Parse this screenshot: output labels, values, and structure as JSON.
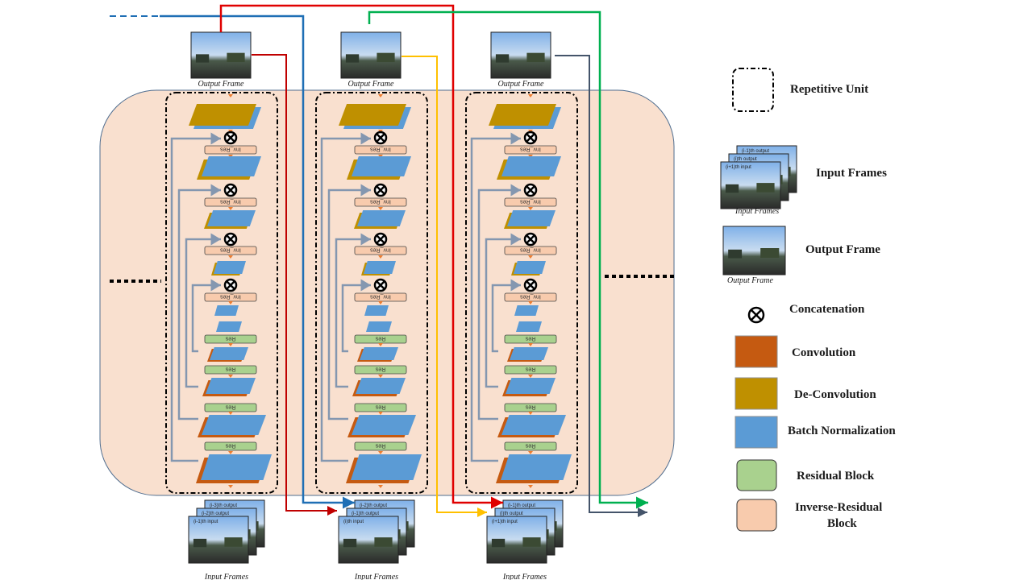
{
  "captions": {
    "output_frame": "Output Frame",
    "input_frames": "Input Frames"
  },
  "blocks": {
    "inv_res_label": "Inv_Res",
    "res_label": "Res"
  },
  "input_stacks": [
    {
      "top": "(i-3)th output",
      "middle": "(i-2)th output",
      "front": "(i-1)th input"
    },
    {
      "top": "(i-2)th output",
      "middle": "(i-1)th output",
      "front": "(i)th input"
    },
    {
      "top": "(i-1)th output",
      "middle": "(i)th output",
      "front": "(i+1)th input"
    }
  ],
  "legend": {
    "repetitive_unit": "Repetitive Unit",
    "input_frames": "Input  Frames",
    "input_frames_caption": "Input Frames",
    "input_stack": {
      "top": "(i-1)th output",
      "middle": "(i)th output",
      "front": "(i+1)th input"
    },
    "output_frame": "Output  Frame",
    "output_frame_caption": "Output Frame",
    "concatenation": "Concatenation",
    "convolution": "Convolution",
    "deconvolution": "De-Convolution",
    "batch_norm": "Batch Normalization",
    "residual_block": "Residual Block",
    "inverse_residual_block_line1": "Inverse-Residual",
    "inverse_residual_block_line2": "Block"
  },
  "colors": {
    "convolution": "#c55a11",
    "deconvolution": "#bf9000",
    "batch_norm": "#5b9bd5",
    "residual_block": "#a9d18e",
    "inverse_residual_block": "#f8cbad",
    "background_panel": "#f9e0cf",
    "skip_arrow": "#8497b0",
    "orange_arrow": "#ed7d31",
    "line_red": "#e00000",
    "line_blue": "#1f6fb5",
    "line_green": "#00b050",
    "line_yellow": "#ffc000",
    "line_darkred": "#c00000",
    "line_dark": "#44546a"
  }
}
